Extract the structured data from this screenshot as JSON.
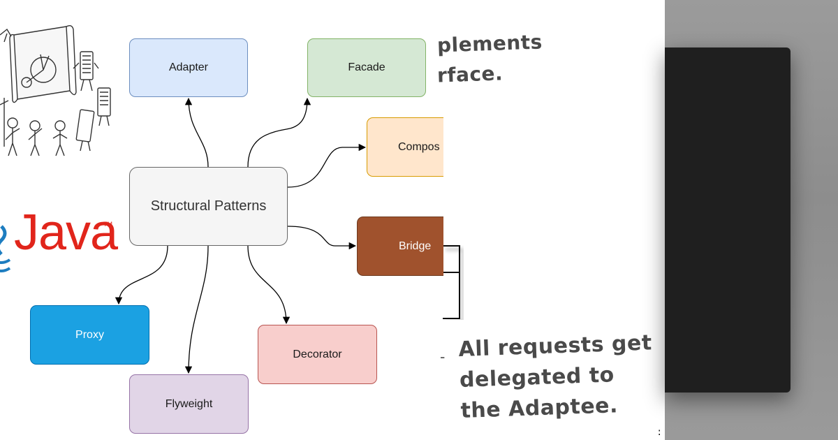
{
  "diagram": {
    "center": "Structural Patterns",
    "nodes": {
      "adapter": "Adapter",
      "facade": "Facade",
      "composite": "Compos",
      "bridge": "Bridge",
      "proxy": "Proxy",
      "decorator": "Decorator",
      "flyweight": "Flyweight"
    }
  },
  "logo": {
    "java": "Java",
    "tm": "TM"
  },
  "handwriting": {
    "line1": "plements",
    "line2": "rface.",
    "callout": "All requests get delegated to the Adaptee."
  },
  "icons": [
    "java-logo-cup-icon",
    "blueprint-illustration-icon"
  ],
  "colors": {
    "adapter": "#dae8fc",
    "facade": "#d5e8d4",
    "composite": "#ffe6cc",
    "bridge": "#a0522d",
    "proxy": "#1ba1e2",
    "decorator": "#f8cecc",
    "flyweight": "#e1d5e7",
    "java_red": "#e1251b"
  }
}
